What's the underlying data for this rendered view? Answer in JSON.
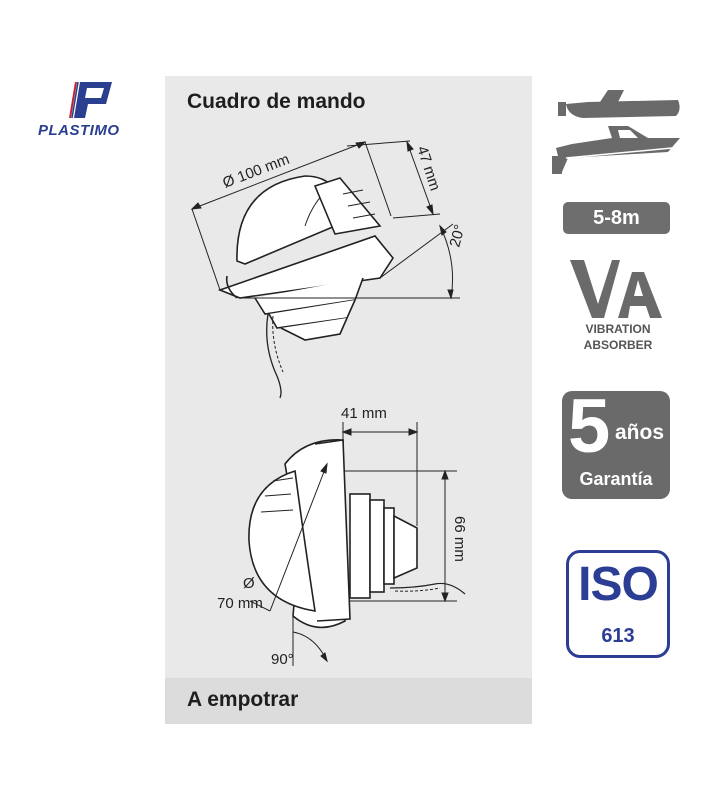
{
  "brand": {
    "name": "PLASTIMO",
    "color": "#2a3f8f",
    "accent": "#c0272d",
    "icon": "plastimo-flag-logo"
  },
  "panel": {
    "title": "Cuadro de mando",
    "footer": "A empotrar",
    "background": "#e9e9e9"
  },
  "diagram_top": {
    "diameter_label": "Ø 100 mm",
    "height_label": "47 mm",
    "angle_label": "20°"
  },
  "diagram_bottom": {
    "depth_label": "41 mm",
    "height_label": "66 mm",
    "diameter_symbol": "Ø",
    "diameter_label": "70 mm",
    "angle_label": "90°"
  },
  "badges": {
    "boats_icon": "boats-icon",
    "range": "5-8m",
    "va_line1": "VIBRATION",
    "va_line2": "ABSORBER",
    "warranty_number": "5",
    "warranty_unit": "años",
    "warranty_text": "Garantía",
    "iso_title": "ISO",
    "iso_number": "613",
    "iso_color": "#2c3e94"
  }
}
